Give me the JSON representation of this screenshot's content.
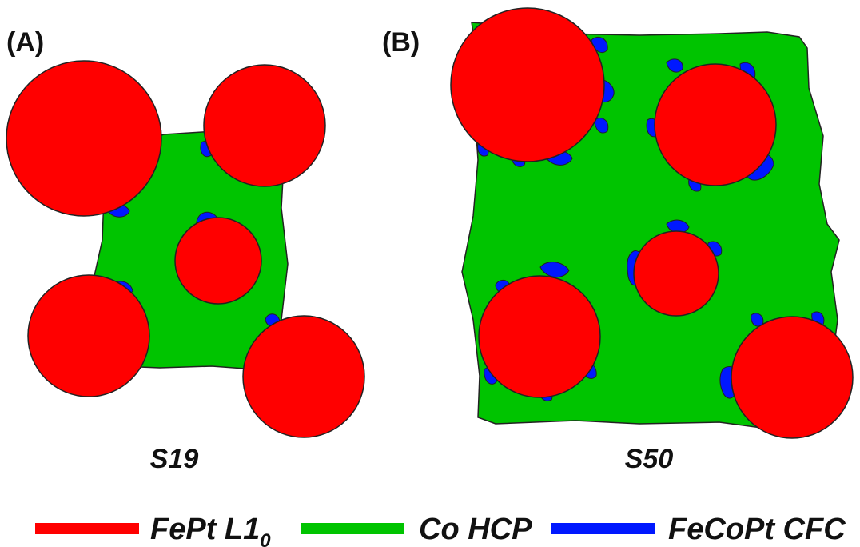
{
  "panels": [
    {
      "label": "(A)",
      "sample": "S19"
    },
    {
      "label": "(B)",
      "sample": "S50"
    }
  ],
  "legend": [
    {
      "text": "FePt L1",
      "subscript": "0",
      "color": "#ff0000"
    },
    {
      "text": "Co HCP",
      "subscript": "",
      "color": "#00c400"
    },
    {
      "text": "FeCoPt CFC",
      "subscript": "",
      "color": "#0018ff"
    }
  ],
  "colors": {
    "fept": "#ff0000",
    "co": "#00c400",
    "fecopt": "#0018ff",
    "outline": "#222222"
  }
}
